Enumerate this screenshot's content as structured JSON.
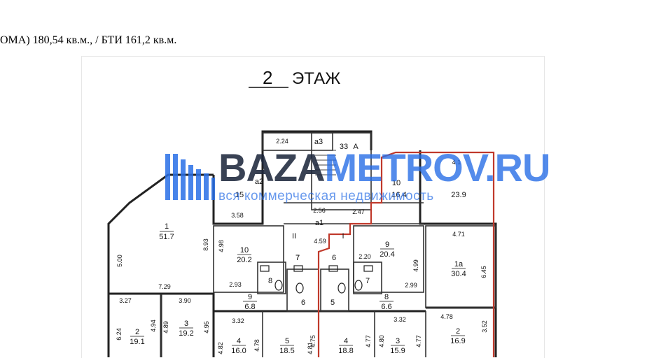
{
  "caption": "ОМА) 180,54 кв.м., / БТИ 161,2 кв.м.",
  "floor": {
    "number": "2",
    "label": "ЭТАЖ"
  },
  "watermark": {
    "brand_dark": "BAZA",
    "brand_blue": "METROV.RU",
    "subtitle": "вся коммерческая недвижимость"
  },
  "rooms": [
    {
      "id": "r1",
      "num": "1",
      "area": "51.7"
    },
    {
      "id": "r2",
      "num": "2",
      "area": "19.1"
    },
    {
      "id": "r3",
      "num": "3",
      "area": "19.2"
    },
    {
      "id": "r4",
      "num": "4",
      "area": "16.0"
    },
    {
      "id": "r5",
      "num": "5",
      "area": "18.5"
    },
    {
      "id": "r6",
      "num": "4",
      "area": "18.8"
    },
    {
      "id": "r7",
      "num": "3",
      "area": "15.9"
    },
    {
      "id": "r8",
      "num": "2",
      "area": "16.9"
    },
    {
      "id": "r9",
      "num": "1a",
      "area": "30.4"
    },
    {
      "id": "r10",
      "num": "9",
      "area": "20.4"
    },
    {
      "id": "r11",
      "num": "10",
      "area": "20.2"
    },
    {
      "id": "r12",
      "num": "9",
      "area": "6.8"
    },
    {
      "id": "r13",
      "num": "8",
      "area": "6.6"
    },
    {
      "id": "r14",
      "num": "a1",
      "area": ""
    },
    {
      "id": "r15",
      "num": "a2",
      "area": "15"
    },
    {
      "id": "r16",
      "num": "a3",
      "area": ""
    },
    {
      "id": "r17",
      "num": "10",
      "area": "16.4"
    },
    {
      "id": "r18",
      "num": "",
      "area": "23.9"
    }
  ],
  "small_labels": [
    "8",
    "7",
    "6",
    "5",
    "7",
    "6",
    "7",
    "II",
    "I",
    "A",
    "33"
  ],
  "dimensions": [
    "2.24",
    "3.58",
    "2.56",
    "2.47",
    "4.59",
    "4.71",
    "8.93",
    "4.98",
    "5.00",
    "7.29",
    "3.27",
    "3.90",
    "2.93",
    "2.20",
    "4.99",
    "2.99",
    "6.45",
    "4.78",
    "3.52",
    "3.32",
    "3.32",
    "6.24",
    "4.94",
    "4.89",
    "4.95",
    "4.82",
    "4.78",
    "4.75",
    "4.81",
    "4.77",
    "4.80",
    "4.77",
    "4.1"
  ]
}
